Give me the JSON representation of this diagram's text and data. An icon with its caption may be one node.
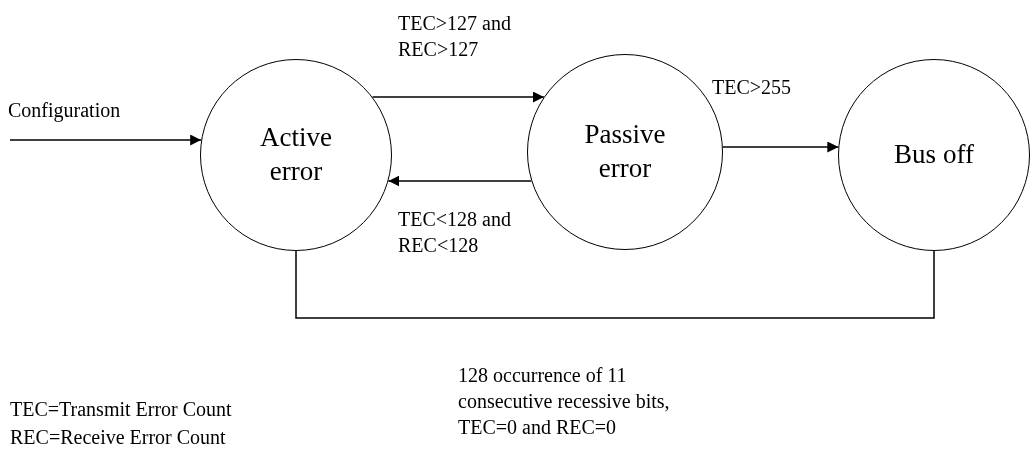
{
  "diagram": {
    "nodes": [
      {
        "text": [
          "Active error"
        ]
      },
      {
        "text": [
          "Passive error"
        ]
      },
      {
        "text": [
          "Bus off"
        ]
      }
    ],
    "edges": [
      {
        "from": null,
        "to": 0,
        "arrow": "to",
        "label": "Configuration"
      },
      {
        "from": 0,
        "to": 1,
        "arrow": "to",
        "label": "TEC>127 and REC>127"
      },
      {
        "from": 1,
        "to": 0,
        "arrow": "to",
        "label": "TEC<128 and REC<128"
      },
      {
        "from": 1,
        "to": 2,
        "arrow": "to",
        "label": "TEC>255"
      },
      {
        "from": 2,
        "to": 0,
        "arrow": "to",
        "label": "128 occurrence of 11 consecutive recessive bits, TEC=0 and REC=0"
      }
    ],
    "labels": [
      "TEC=Transmit Error Count",
      "REC=Receive Error Count"
    ]
  }
}
